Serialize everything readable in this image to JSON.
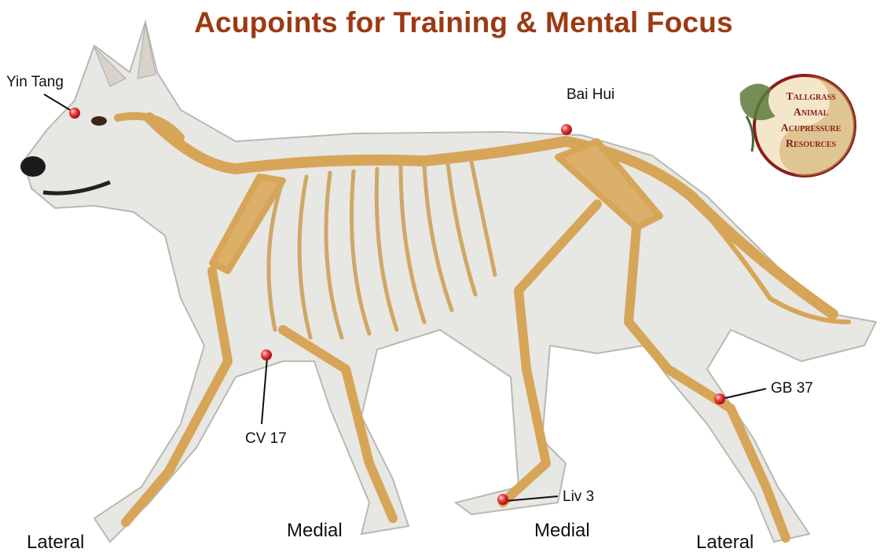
{
  "title": "Acupoints for Training & Mental Focus",
  "acupoints": [
    {
      "id": "yin-tang",
      "label": "Yin Tang"
    },
    {
      "id": "bai-hui",
      "label": "Bai Hui"
    },
    {
      "id": "cv-17",
      "label": "CV 17"
    },
    {
      "id": "liv-3",
      "label": "Liv 3"
    },
    {
      "id": "gb-37",
      "label": "GB 37"
    }
  ],
  "view_labels": [
    "Lateral",
    "Medial",
    "Medial",
    "Lateral"
  ],
  "logo": {
    "lines": [
      "Tallgrass",
      "Animal",
      "Acupressure",
      "Resources"
    ]
  },
  "colors": {
    "title": "#9b3a12",
    "acupoint": "#e8202a",
    "bone": "#d9a95a",
    "fur": "#e6e6e2"
  }
}
